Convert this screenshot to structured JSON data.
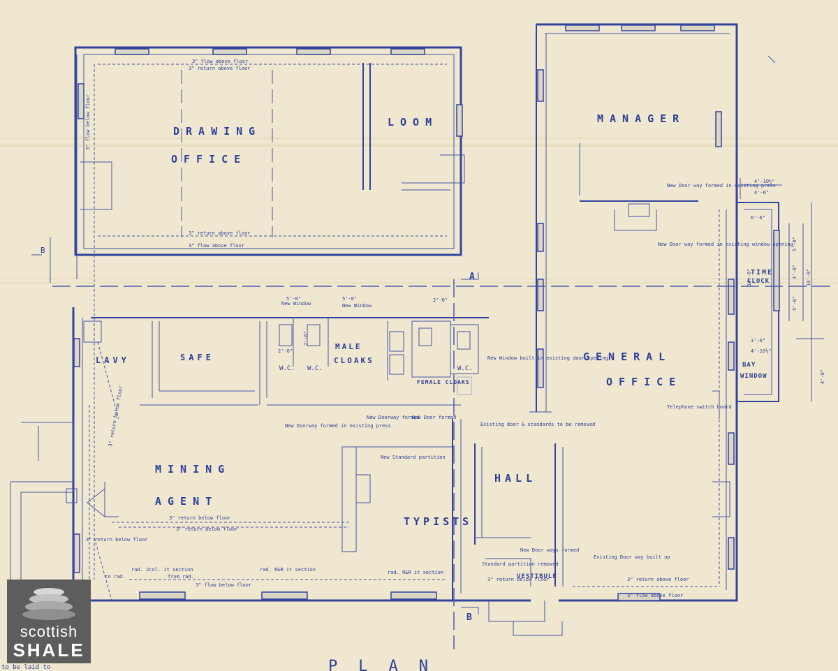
{
  "rooms": {
    "drawing": "DRAWING",
    "office": "OFFICE",
    "loom": "LOOM",
    "manager": "MANAGER",
    "lavy": "LAVY",
    "safe": "SAFE",
    "male": "MALE",
    "cloaks": "CLOAKS",
    "female_cloaks": "FEMALE CLOAKS",
    "general": "GENERAL",
    "general_office": "OFFICE",
    "mining": "MINING",
    "agent": "AGENT",
    "hall": "HALL",
    "typists": "TYPISTS",
    "vestibule": "VESTIBULE",
    "time": "TIME",
    "clock": "CLOCK",
    "bay": "BAY",
    "window": "WINDOW",
    "wc1": "W.C.",
    "wc2": "W.C.",
    "wc3": "W.C.",
    "plan": "PLAN"
  },
  "notes": {
    "flow_above_floor_top": "3\" flow above floor",
    "return_above_floor_top": "3\" return above floor",
    "return_above_floor_mid": "3\" return above floor",
    "flow_above_floor_mid": "3\" flow above floor",
    "flow_below_floor": "3\" flow below floor",
    "return_below_floor_left": "3\" return below floor",
    "return_below_floor_a": "3\" return below floor",
    "return_below_floor_b": "3\" return below floor",
    "new_doorway_formed_press": "New Doorway formed in existing press",
    "new_door_way_formed_window": "New Door way formed in existing window opening",
    "new_standard_partition": "New Standard partition",
    "existing_door_removed": "Existing door & standards to be removed",
    "new_window_existing": "New Window built in existing door opening",
    "new_doorway_formed_a": "New Doorway formed",
    "new_doorway_formed_b": "New Door formed",
    "telephone_switch_board": "Telephone switch board",
    "existing_doorway_built_up": "Existing Door way built up",
    "standard_partition_removed": "Standard partition removed",
    "new_door_formed": "New Door ways formed",
    "new_doorway_manager": "New Door way formed in existing press",
    "new_window_a": "New Window",
    "new_window_b": "New Window",
    "rad_coil": "rad. 2col. it section",
    "rad_to_rad": "to rad.",
    "rad_from": "from rad.",
    "rad_section_a": "rad. R&R it section",
    "rad_section_b": "rad. R&R it section",
    "section_a": "A",
    "section_b": "B",
    "section_b2": "B",
    "flow_below_floor_bottom": "3\" flow below floor",
    "return_above_floor_bottom": "3\" return above floor",
    "flow_above_floor_bottom": "3\" flow above floor",
    "return_below_floor_bottom": "3\" return below floor",
    "return_below_floor_vest": "3\" return below floor",
    "footer_note": "to be laid to"
  },
  "dims": {
    "d1": "4'-10½\"",
    "d2": "4'-6\"",
    "d3": "6'-6\"",
    "d4": "14'-0\"",
    "d5": "14'-0\"",
    "d6": "5'-0\"",
    "d7": "3'-0\"",
    "d8": "5'-0\"",
    "d9": "3'-6\"",
    "d10": "4'-10½\"",
    "d11": "4'-0\"",
    "d12": "5'-0\"",
    "d13": "5'-0\"",
    "d14": "2'-6\"",
    "d15": "2'-6\"",
    "d16": "2'-0\""
  },
  "logo": {
    "line1": "scottish",
    "line2": "SHALE"
  }
}
